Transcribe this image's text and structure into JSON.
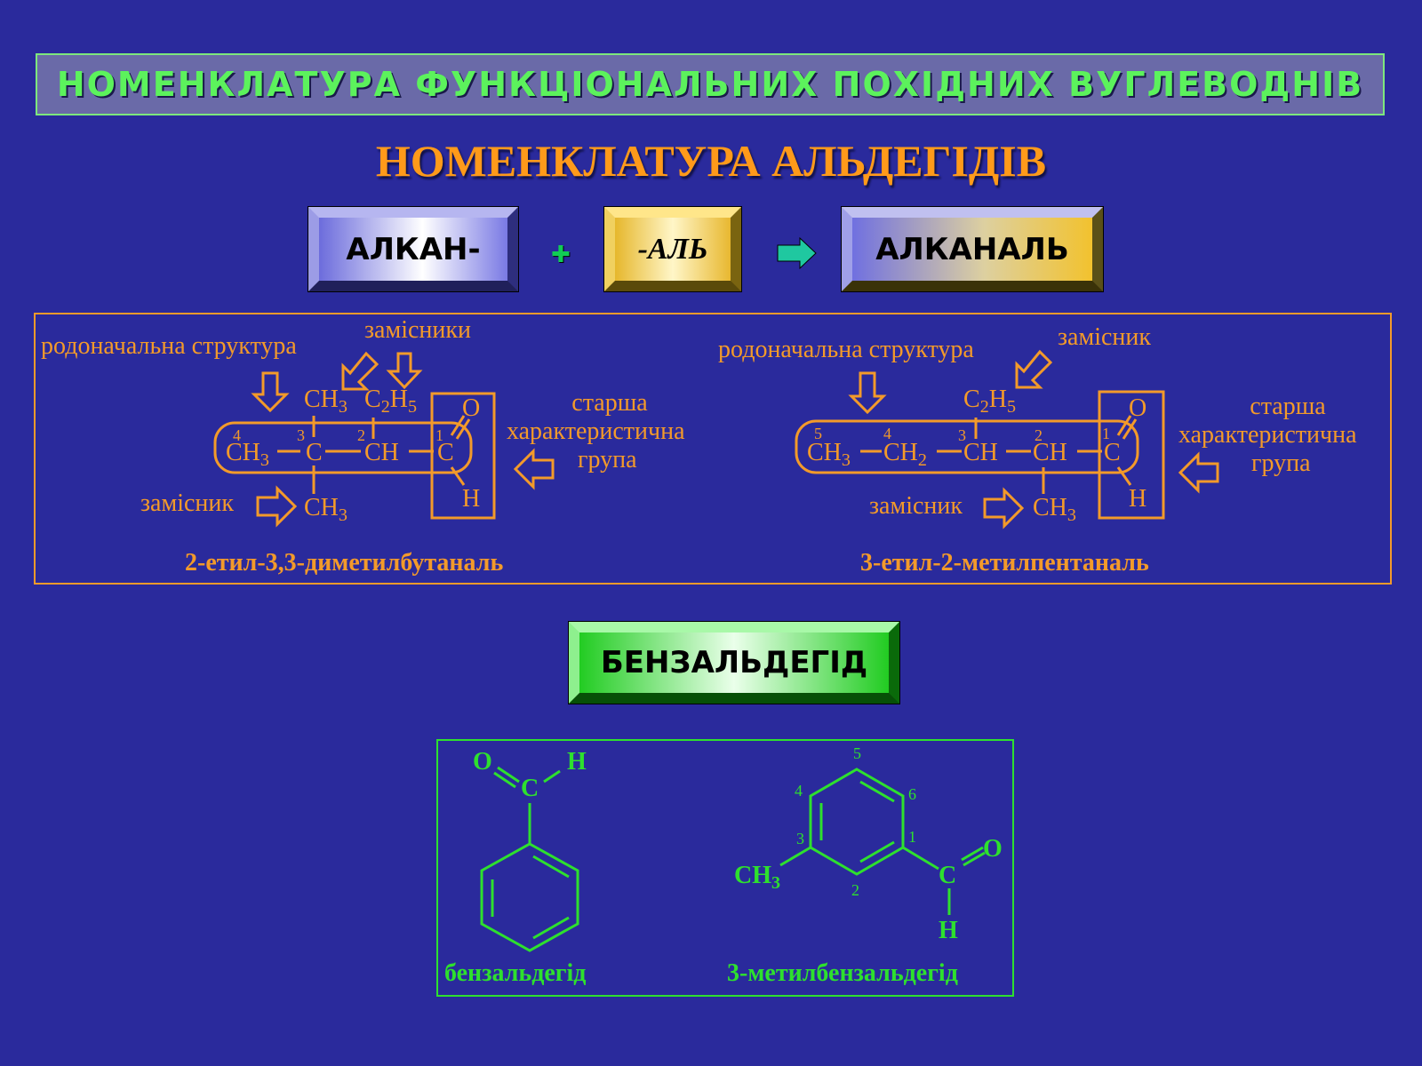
{
  "banner": {
    "title": "НОМЕНКЛАТУРА ФУНКЦІОНАЛЬНИХ ПОХІДНИХ ВУГЛЕВОДНІВ"
  },
  "subtitle": "НОМЕНКЛАТУРА АЛЬДЕГІДІВ",
  "formula": {
    "alkan": "АЛКАН-",
    "plus": "✚",
    "suffix": "-АЛЬ",
    "result": "АЛКАНАЛЬ"
  },
  "left": {
    "parent_structure": "родоначальна структура",
    "substituents": "замісники",
    "substituent": "замісник",
    "senior_group": [
      "старша",
      "характеристична",
      "група"
    ],
    "atoms": {
      "ch3_top": "CH",
      "c2h5_top_c": "C",
      "c2h5_top_h": "H",
      "o": "O",
      "ch3_4": "CH",
      "c3": "C",
      "ch2": "CH",
      "c1": "C",
      "h": "H",
      "ch3_bottom": "CH"
    },
    "subscripts": {
      "three": "3",
      "two": "2",
      "five": "5"
    },
    "numbers": [
      "4",
      "3",
      "2",
      "1"
    ],
    "name": "2-етил-3,3-диметилбутаналь"
  },
  "right": {
    "parent_structure": "родоначальна структура",
    "substituent_top": "замісник",
    "substituent_bottom": "замісник",
    "senior_group": [
      "старша",
      "характеристична",
      "група"
    ],
    "atoms": {
      "c2h5_c": "C",
      "c2h5_h": "H",
      "o": "O",
      "ch3": "CH",
      "ch2": "CH",
      "ch3b": "CH",
      "ch2b": "CH",
      "c1": "C",
      "h": "H",
      "ch3_bottom": "CH"
    },
    "subscripts": {
      "three": "3",
      "two": "2",
      "five": "5"
    },
    "numbers": [
      "5",
      "4",
      "3",
      "2",
      "1"
    ],
    "name": "3-етил-2-метилпентаналь"
  },
  "benz_label": "БЕНЗАЛЬДЕГІД",
  "benzaldehyde": {
    "o": "O",
    "c": "C",
    "h": "H",
    "name": "бензальдегід"
  },
  "methylbenz": {
    "ch3": "CH",
    "ch3_sub": "3",
    "c": "C",
    "o": "O",
    "h": "H",
    "numbers": [
      "5",
      "4",
      "6",
      "3",
      "1",
      "2"
    ],
    "name": "3-метилбензальдегід"
  },
  "colors": {
    "background": "#2a2a9c",
    "orange": "#f39a2a",
    "green": "#2ee02e",
    "title_green": "#5cf25c",
    "subtitle_orange": "#ff9a1a"
  }
}
